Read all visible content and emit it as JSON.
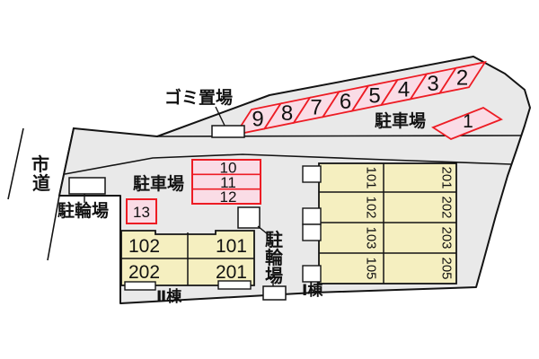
{
  "labels": {
    "road": "市道",
    "garbage": "ゴミ置場",
    "parking_upper": "駐車場",
    "parking_lower": "駐車場",
    "bike1": "駐輪場",
    "bike2": "駐輪場"
  },
  "parking_row": [
    "9",
    "8",
    "7",
    "6",
    "5",
    "4",
    "3",
    "2"
  ],
  "parking_single": "1",
  "parking_boxes": {
    "stack": [
      "10",
      "11",
      "12"
    ],
    "single": "13"
  },
  "building1": {
    "name": "Ⅰ棟",
    "left_rooms": [
      "101",
      "102",
      "103",
      "105"
    ],
    "right_rooms": [
      "201",
      "202",
      "203",
      "205"
    ]
  },
  "building2": {
    "name": "Ⅱ棟",
    "top_rooms": [
      "102",
      "101"
    ],
    "bottom_rooms": [
      "202",
      "201"
    ]
  },
  "colors": {
    "site_fill": "#e9e9e9",
    "parking_fill": "#fadce6",
    "parking_stroke": "#ed1c24",
    "building_fill": "#f5efc0",
    "line": "#141414"
  }
}
